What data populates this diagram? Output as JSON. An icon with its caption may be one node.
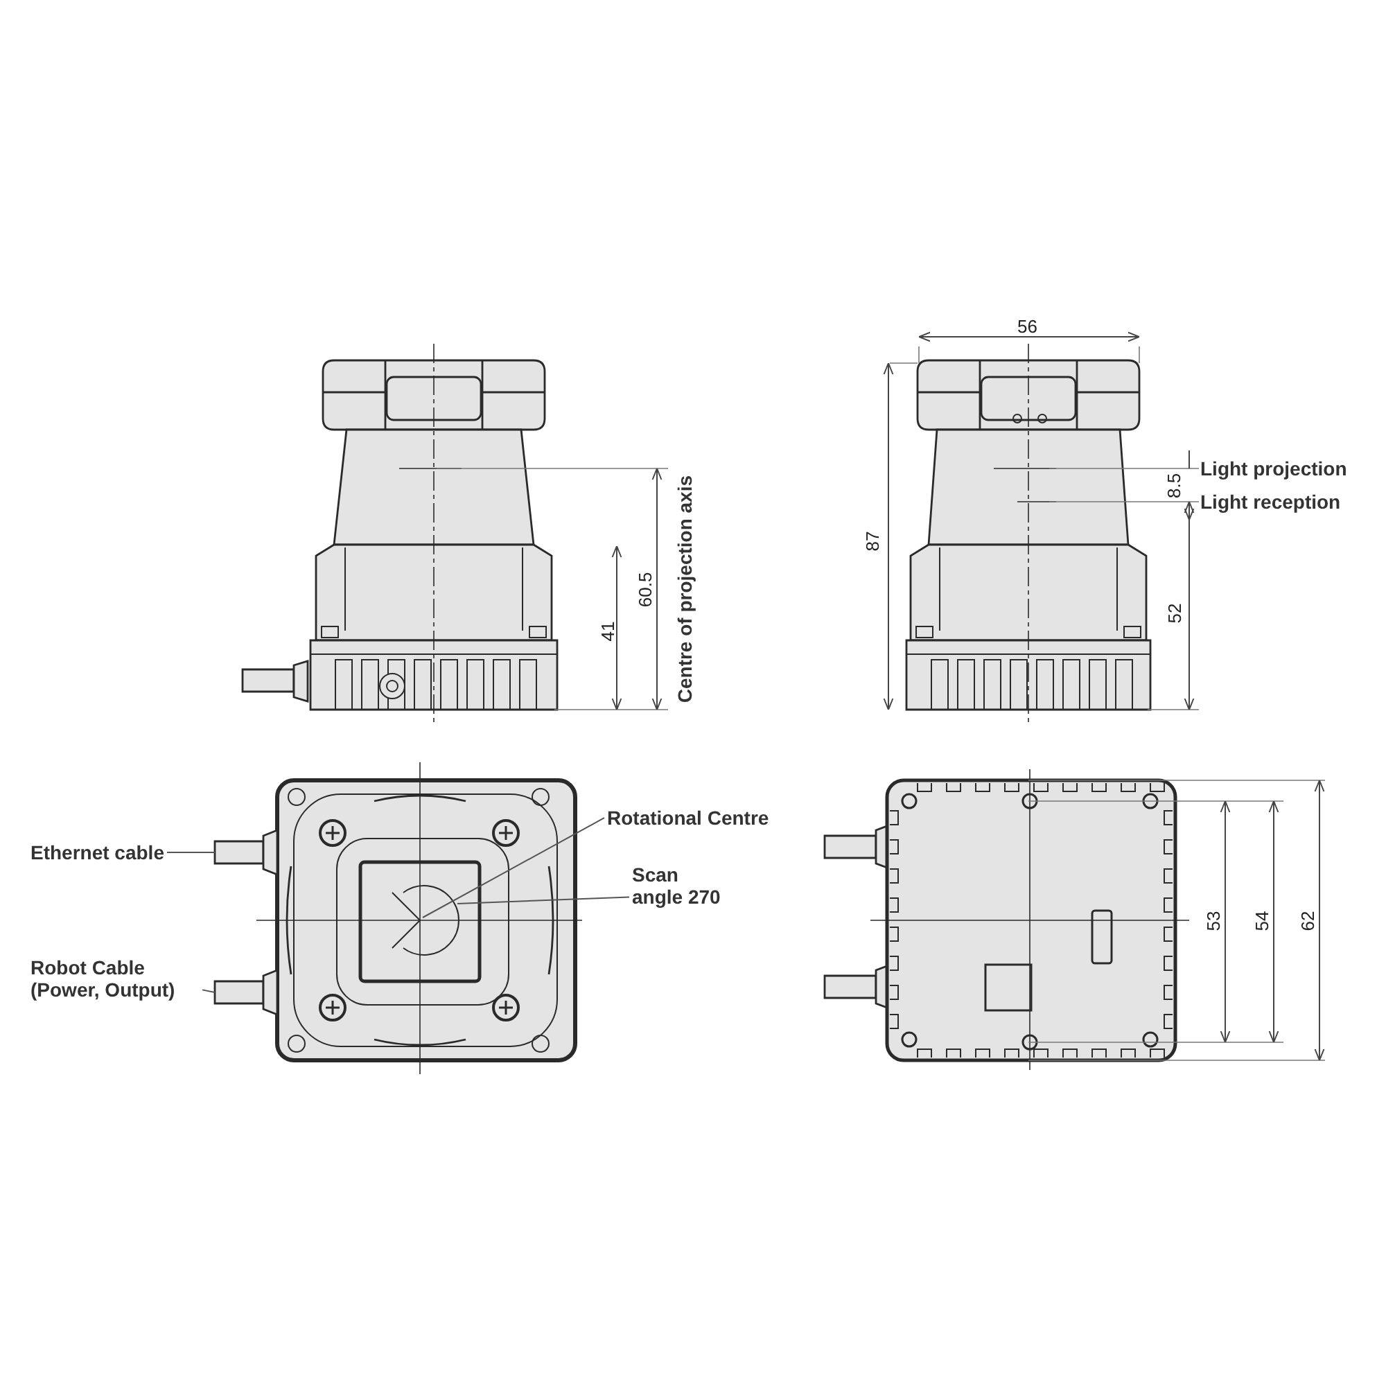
{
  "diagram": {
    "nodes": [
      {
        "text": [
          "Ethernet cable"
        ]
      },
      {
        "text": [
          "Robot Cable (Power, Output)"
        ]
      },
      {
        "text": [
          "Rotational Centre"
        ]
      },
      {
        "text": [
          "Scan angle 270"
        ]
      },
      {
        "text": [],
        "shape": "bar"
      },
      {
        "text": [],
        "shape": "bar"
      }
    ],
    "edges": [
      {
        "from": 0,
        "to": 4,
        "arrow": "none"
      },
      {
        "from": 1,
        "to": 5,
        "arrow": "none"
      },
      {
        "from": 2,
        "to": null,
        "arrow": "none"
      },
      {
        "from": 3,
        "to": null,
        "arrow": "none"
      }
    ],
    "labels": [
      "41",
      "60.5",
      "Centre of projection axis",
      "56",
      "87",
      "Light projection",
      "8.5",
      "Light reception",
      "52",
      "53",
      "54",
      "62"
    ]
  }
}
